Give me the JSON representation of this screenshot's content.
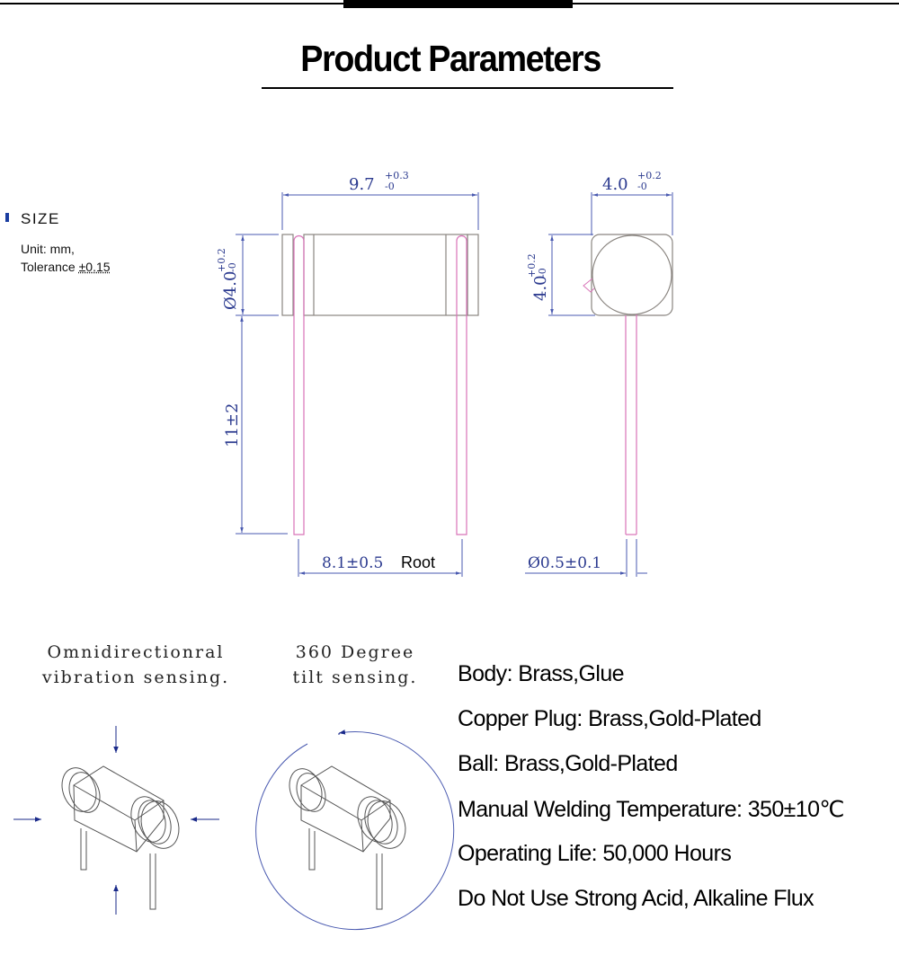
{
  "header": {
    "title": "Product Parameters"
  },
  "size_section": {
    "label": "SIZE",
    "unit_line": "Unit: mm,",
    "tolerance_prefix": "Tolerance ",
    "tolerance_value": "±0.15",
    "accent_color": "#1a3da0"
  },
  "drawing": {
    "colors": {
      "outline": "#8a8580",
      "lead": "#d873b8",
      "dimension": "#4a5ab0"
    },
    "front_view": {
      "length": {
        "value": "9.7",
        "tol_plus": "+0.3",
        "tol_minus": "-0"
      },
      "diameter": {
        "symbol": "Ø",
        "value": "4.0",
        "tol_plus": "+0.2",
        "tol_minus": "-0"
      },
      "lead_length": "11±2",
      "lead_pitch": {
        "value": "8.1±0.5",
        "suffix": "Root"
      }
    },
    "side_view": {
      "width": {
        "value": "4.0",
        "tol_plus": "+0.2",
        "tol_minus": "-0"
      },
      "height": {
        "value": "4.0",
        "tol_plus": "+0.2",
        "tol_minus": "-0"
      },
      "lead_diameter": "Ø0.5±0.1"
    }
  },
  "features": [
    {
      "caption": "Omnidirectionral\nvibration sensing.",
      "illustration": "vibration-arrows"
    },
    {
      "caption": "360 Degree\ntilt sensing.",
      "illustration": "rotation-circle"
    }
  ],
  "specs": [
    {
      "label": "Body: Brass,Glue"
    },
    {
      "label": "Copper Plug: Brass,Gold-Plated"
    },
    {
      "label": "Ball: Brass,Gold-Plated"
    },
    {
      "label": "Manual Welding Temperature:  350±10℃"
    },
    {
      "label": "Operating Life: 50,000 Hours"
    },
    {
      "label": "Do Not Use Strong Acid, Alkaline Flux"
    }
  ]
}
